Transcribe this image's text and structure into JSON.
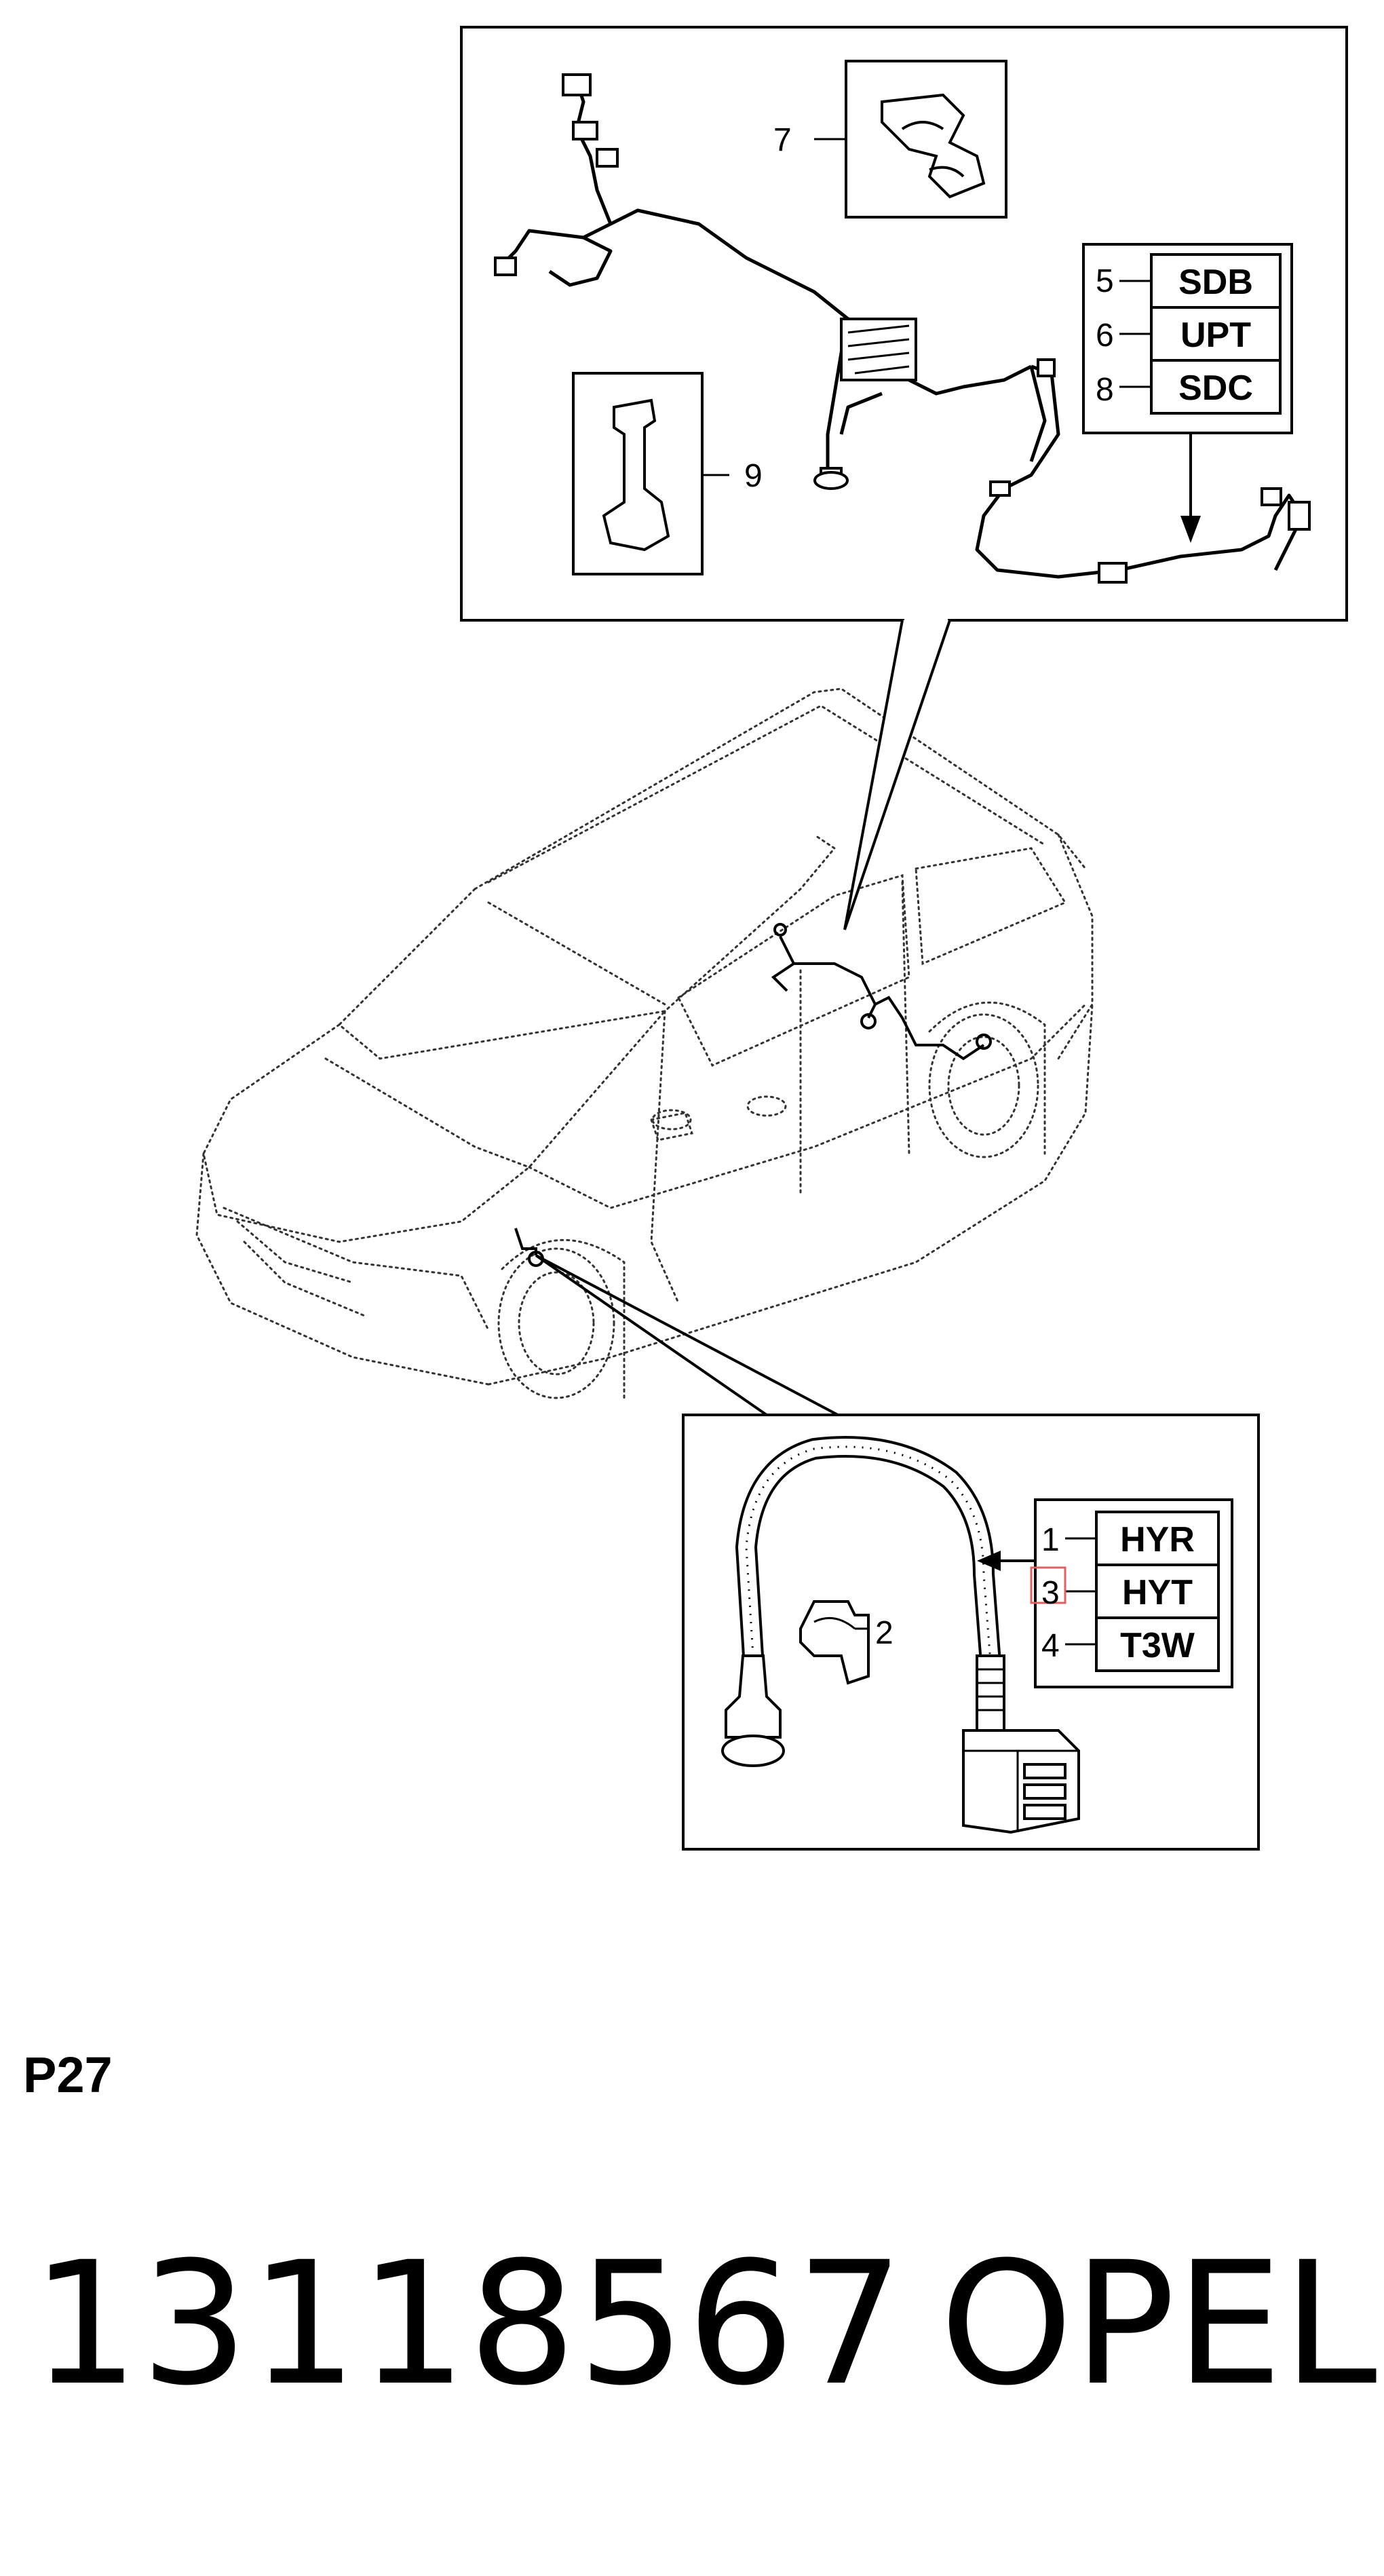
{
  "top_inset": {
    "callouts": [
      {
        "num": "7"
      },
      {
        "num": "9"
      }
    ],
    "code_table": [
      {
        "num": "5",
        "code": "SDB"
      },
      {
        "num": "6",
        "code": "UPT"
      },
      {
        "num": "8",
        "code": "SDC"
      }
    ]
  },
  "bottom_inset": {
    "callouts": [
      {
        "num": "2"
      }
    ],
    "code_table": [
      {
        "num": "1",
        "code": "HYR"
      },
      {
        "num": "3",
        "code": "HYT"
      },
      {
        "num": "4",
        "code": "T3W"
      }
    ]
  },
  "footer": {
    "page_code": "P27",
    "part_number": "13118567",
    "brand": "OPEL"
  }
}
